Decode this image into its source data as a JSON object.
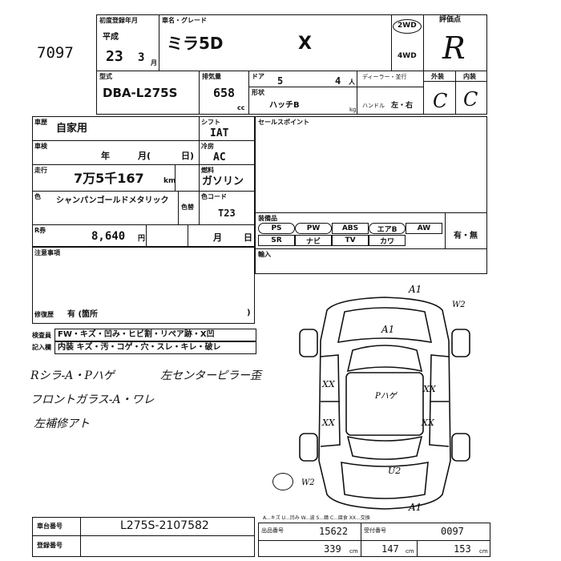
{
  "header": {
    "lot_number": "7097",
    "first_reg_label": "初度登録年月",
    "era_label": "平成",
    "year": "23",
    "month": "3",
    "month_unit": "月",
    "model_grade_label": "車名・グレード",
    "car_name": "ミラ5D",
    "grade": "X",
    "drive_2wd": "2WD",
    "drive_4wd": "4WD",
    "score_label": "評価点",
    "score": "R",
    "model_code_label": "型式",
    "model_code": "DBA-L275S",
    "displacement_label": "排気量",
    "displacement": "658",
    "displacement_unit": "cc",
    "doors_label": "ドア",
    "doors": "5",
    "seats": "4",
    "seats_unit": "人",
    "dealer_label": "ディーラー・並行",
    "body_label": "形状",
    "body_type": "ハッチB",
    "kg_unit": "kg",
    "handle_label": "ハンドル",
    "handle": "左・右",
    "exterior_label": "外装",
    "interior_label": "内装",
    "exterior_grade": "C",
    "interior_grade": "C"
  },
  "details": {
    "usage_label": "車歴",
    "usage": "自家用",
    "shift_label": "シフト",
    "shift": "IAT",
    "inspection_label": "車検",
    "inspection_year_unit": "年",
    "inspection_month_unit": "月(",
    "inspection_day_unit": "日)",
    "aircon_label": "冷房",
    "aircon": "AC",
    "mileage_label": "走行",
    "mileage": "7万5千167",
    "mileage_unit": "km",
    "fuel_label": "燃料",
    "fuel": "ガソリン",
    "color_label": "色",
    "color": "シャンパンゴールドメタリック",
    "color_change_label": "色替",
    "color_code_label": "色コード",
    "color_code": "T23",
    "recycle_label": "R券",
    "recycle_amount": "8,640",
    "recycle_unit": "円",
    "recycle_month_unit": "月",
    "recycle_day_unit": "日",
    "sales_point_label": "セールスポイント",
    "equipment_label": "装備品",
    "equipment": [
      "PS",
      "PW",
      "ABS",
      "エアB",
      "AW",
      "SR",
      "ナビ",
      "TV",
      "カワ"
    ],
    "equipment_yes_no": "有・無",
    "import_label": "輸入",
    "notes_label": "注意事項",
    "record_label": "修復歴",
    "record_value": "有 (箇所",
    "record_close": ")"
  },
  "inspector": {
    "label_1": "検査員",
    "label_2": "記入欄",
    "row1": "FW・キズ・凹み・ヒビ割・リペア跡・X凹",
    "row2": "内装 キズ・汚・コゲ・穴・スレ・キレ・破レ",
    "note_1": "Rシラ-A・Pハゲ",
    "note_2": "左センターピラー歪",
    "note_3": "フロントガラス-A・ワレ",
    "note_4": "左補修アト"
  },
  "diagram": {
    "marks": [
      "A1",
      "W2",
      "A1",
      "XX",
      "XX",
      "Pハゲ",
      "XX",
      "XX",
      "U2",
      "W2",
      "A1"
    ]
  },
  "footer": {
    "chassis_label": "車台番号",
    "chassis_number": "L275S-2107582",
    "reg_label": "登録番号",
    "legend": "A...キズ  U...凹み  W...波  S...錆  C...腐食  XX...交換",
    "field1_label": "出品番号",
    "field1": "15622",
    "field2_label": "受付番号",
    "field2": "0097",
    "length": "339",
    "width": "147",
    "height": "153",
    "dim_unit": "cm"
  }
}
